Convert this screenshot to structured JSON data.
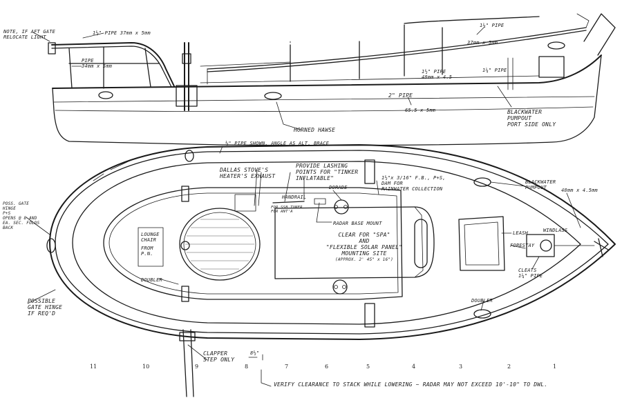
{
  "notes": {
    "relocate": [
      "NOTE, IF AFT GATE",
      "RELOCATE LIGHT"
    ],
    "pipe_top": "1½\" PIPE  37mm x 5mm",
    "pipe_left": [
      "PIPE",
      "34mm x 5mm"
    ],
    "pipe_bow_top": "1¼\" PIPE",
    "pipe_bow_mm": "37mm x 5mm",
    "pipe_mid": [
      "1½\" PIPE",
      "48mm x 4.5"
    ],
    "pipe_mid2": "1¼\" PIPE",
    "pipe_2in": "2\" PIPE",
    "pipe_2in_mm": "65.5 x 5mm",
    "horned_hawse": "HORNED HAWSE",
    "blackwater_top": [
      "BLACKWATER",
      "PUMPOUT",
      "PORT SIDE ONLY"
    ],
    "half_pipe": "½\" PIPE SHOWN, ANGLE AS ALT. BRACE",
    "dallas": [
      "DALLAS STOVE'S",
      "HEATER'S EXHAUST"
    ],
    "lashing": [
      "PROVIDE LASHING",
      "POINTS FOR \"TINKER",
      "INFLATABLE\""
    ],
    "fb": [
      "1½\"x 3/16\" F.B., P+S,",
      "DAM FOR",
      "RAINWATER COLLECTION"
    ],
    "dorade": "DORADE",
    "handrail": "HANDRAIL",
    "antenna": [
      "FOR SSB TUNER",
      "FOR ANT'A"
    ],
    "radar": "RADAR BASE MOUNT",
    "clear": [
      "CLEAR FOR \"SPA\"",
      "AND",
      "\"FLEXIBLE SOLAR PANEL\"",
      "MOUNTING SITE",
      "(APPROX. 2' 45\" x 16\")"
    ],
    "blackwater_plan": [
      "BLACKWATER",
      "PUMPOUT"
    ],
    "pipe_bow_plan": [
      "48mm x 4.5mm"
    ],
    "leash": "LEASH",
    "windlass": "WINDLASS",
    "forestay": "FORESTAY",
    "cleat": [
      "CLEATS",
      "1¼\" PIPE"
    ],
    "doubler_fwd": "DOUBLER",
    "doubler_aft": "DOUBLER",
    "gate_hinge": [
      "POSS. GATE",
      "HINGE",
      "P+S",
      "OPENS @ 8 AND",
      "EA. SEC. FOLDS",
      "BACK"
    ],
    "possible_gate": [
      "POSSIBLE",
      "GATE HINGE",
      "IF REQ'D"
    ],
    "lounge": [
      "LOUNGE",
      "CHAIR",
      "FROM",
      "P.N."
    ],
    "clapper": [
      "CLAPPER",
      "STEP ONLY"
    ],
    "step": "8½\"",
    "verify": "VERIFY CLEARANCE TO STACK WHILE LOWERING ~ RADAR MAY NOT EXCEED 10'-10\" TO DWL."
  },
  "stations": [
    "11",
    "10",
    "9",
    "8",
    "7",
    "6",
    "5",
    "4",
    "3",
    "2",
    "1"
  ]
}
